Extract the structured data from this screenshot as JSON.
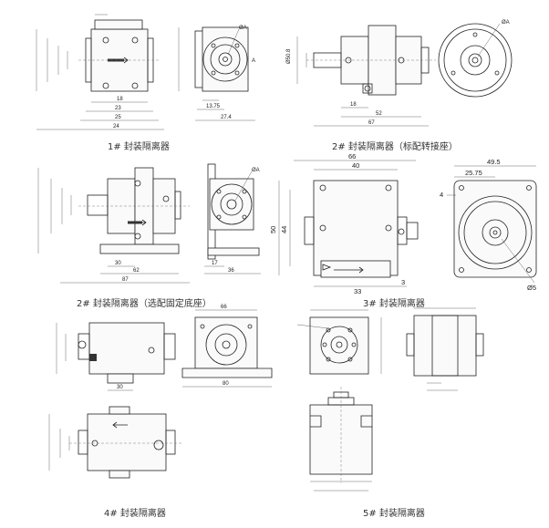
{
  "captions": {
    "c1": "1#  封装隔离器",
    "c2": "2#  封装隔离器（标配转接座）",
    "c3": "2#  封装隔离器（选配固定底座）",
    "c4": "3#  封装隔离器",
    "c5": "4#  封装隔离器",
    "c6": "5#  封装隔离器"
  },
  "dims": {
    "d1_phiA": "ØA",
    "d2_phiA": "ØA",
    "d2_52": "52",
    "d2_67": "67",
    "d2_18": "18",
    "d3_62": "62",
    "d3_87": "87",
    "d3_17": "17",
    "d3_36": "36",
    "d3_phiA": "ØA",
    "d4_66": "66",
    "d4_40": "40",
    "d4_50": "50",
    "d4_44": "44",
    "d4_33": "33",
    "d4_3": "3",
    "d4_4": "4",
    "d4_495": "49.5",
    "d4_2575": "25.75",
    "d4_phi5": "Ø5",
    "d5_80": "80"
  }
}
